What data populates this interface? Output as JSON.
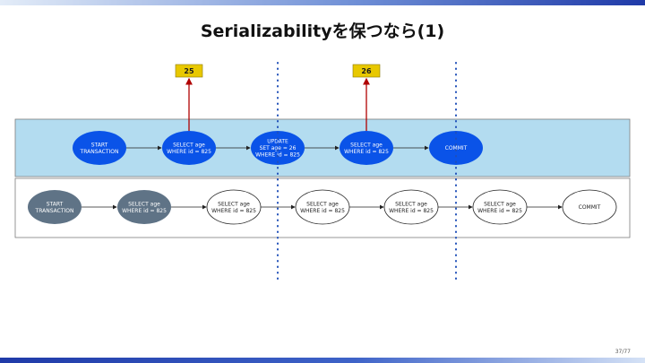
{
  "slide": {
    "title": "Serializabilityを保つなら(1)",
    "page_number": "37/77"
  },
  "colors": {
    "top_lane": "#b3dcf0",
    "blue_node": "#0a53e8",
    "gray_node": "#5f7386",
    "value_box": "#e8c800",
    "read_arrow": "#b00000",
    "separator": "#1f4fb8"
  },
  "diagram": {
    "top_lane": {
      "nodes": [
        {
          "lines": [
            "START",
            "TRANSACTION"
          ]
        },
        {
          "lines": [
            "SELECT age",
            "WHERE id = 825"
          ]
        },
        {
          "lines": [
            "UPDATE",
            "SET age = 26",
            "WHERE id = 825"
          ]
        },
        {
          "lines": [
            "SELECT age",
            "WHERE id = 825"
          ]
        },
        {
          "lines": [
            "COMMIT"
          ]
        }
      ],
      "values": [
        "25",
        "26"
      ]
    },
    "bottom_lane": {
      "nodes": [
        {
          "lines": [
            "START",
            "TRANSACTION"
          ],
          "state": "done"
        },
        {
          "lines": [
            "SELECT age",
            "WHERE id = 825"
          ],
          "state": "done"
        },
        {
          "lines": [
            "SELECT age",
            "WHERE id = 825"
          ],
          "state": "waiting"
        },
        {
          "lines": [
            "SELECT age",
            "WHERE id = 825"
          ],
          "state": "waiting"
        },
        {
          "lines": [
            "SELECT age",
            "WHERE id = 825"
          ],
          "state": "waiting"
        },
        {
          "lines": [
            "SELECT age",
            "WHERE id = 825"
          ],
          "state": "waiting"
        },
        {
          "lines": [
            "COMMIT"
          ],
          "state": "waiting"
        }
      ]
    }
  }
}
